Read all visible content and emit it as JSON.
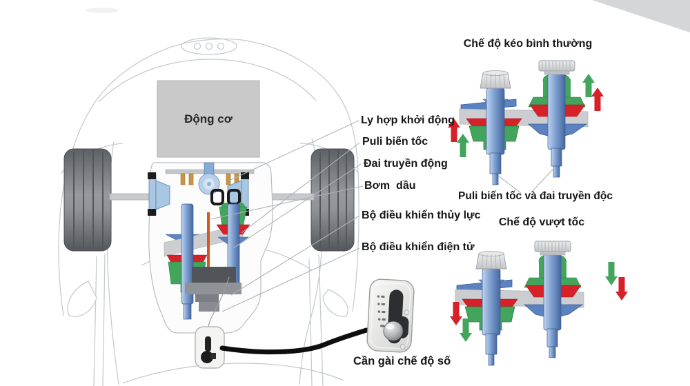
{
  "colors": {
    "arrow_red": "#d62129",
    "arrow_green": "#43a45c",
    "pulley_blue": "#5d82c0",
    "belt_gray": "#cbcdd0",
    "wheel_gray": "#6b6f73",
    "text": "#161616"
  },
  "engine": {
    "label": "Động cơ"
  },
  "component_labels": [
    {
      "label": "Ly hợp khởi động"
    },
    {
      "label": "Puli biến tốc"
    },
    {
      "label": "Đai truyền động"
    },
    {
      "label": "Bơm  dầu"
    },
    {
      "label": "Bộ điều khiển thủy lực"
    },
    {
      "label": "Bộ điều khiển điện tử"
    }
  ],
  "pulley_diagrams": {
    "normal_mode_title": "Chế độ kéo bình thường",
    "pulley_belt_label": "Puli biến tốc và đai truyền độc",
    "overdrive_mode_title": "Chế độ vượt tốc"
  },
  "shifter": {
    "label": "Cần gài chế độ số"
  }
}
